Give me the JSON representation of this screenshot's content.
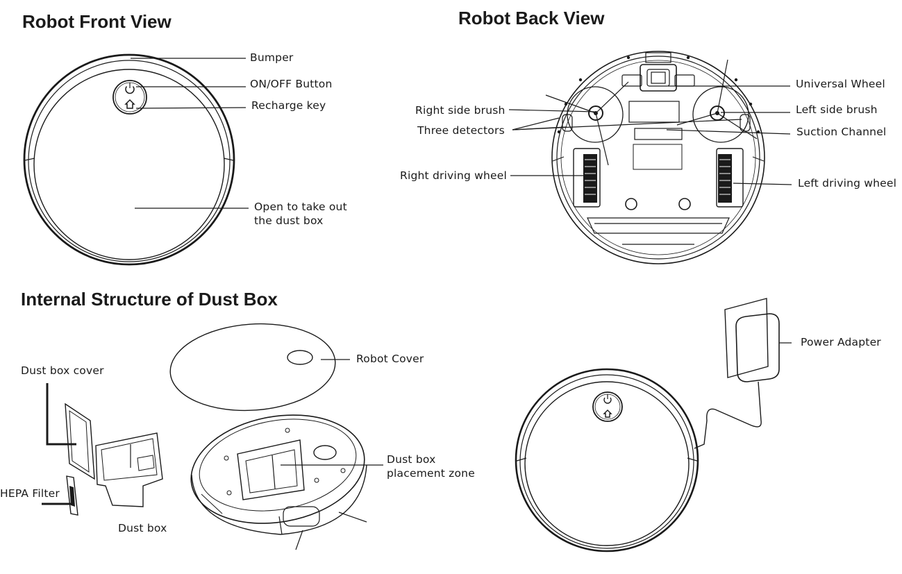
{
  "titles": {
    "front": "Robot Front View",
    "back": "Robot Back View",
    "dustbox": "Internal Structure of Dust Box"
  },
  "front_labels": {
    "bumper": "Bumper",
    "onoff": "ON/OFF Button",
    "recharge": "Recharge key",
    "open_line1": "Open to take out",
    "open_line2": "the dust box"
  },
  "back_labels": {
    "universal_wheel": "Universal Wheel",
    "right_side_brush": "Right side brush",
    "left_side_brush": "Left side brush",
    "three_detectors": "Three detectors",
    "suction_channel": "Suction Channel",
    "right_driving_wheel": "Right driving wheel",
    "left_driving_wheel": "Left driving wheel"
  },
  "dustbox_labels": {
    "dust_box_cover": "Dust box cover",
    "hepa_filter": "HEPA Filter",
    "dust_box": "Dust box",
    "robot_cover": "Robot Cover",
    "placement_line1": "Dust box",
    "placement_line2": "placement zone"
  },
  "adapter_labels": {
    "power_adapter": "Power Adapter"
  }
}
